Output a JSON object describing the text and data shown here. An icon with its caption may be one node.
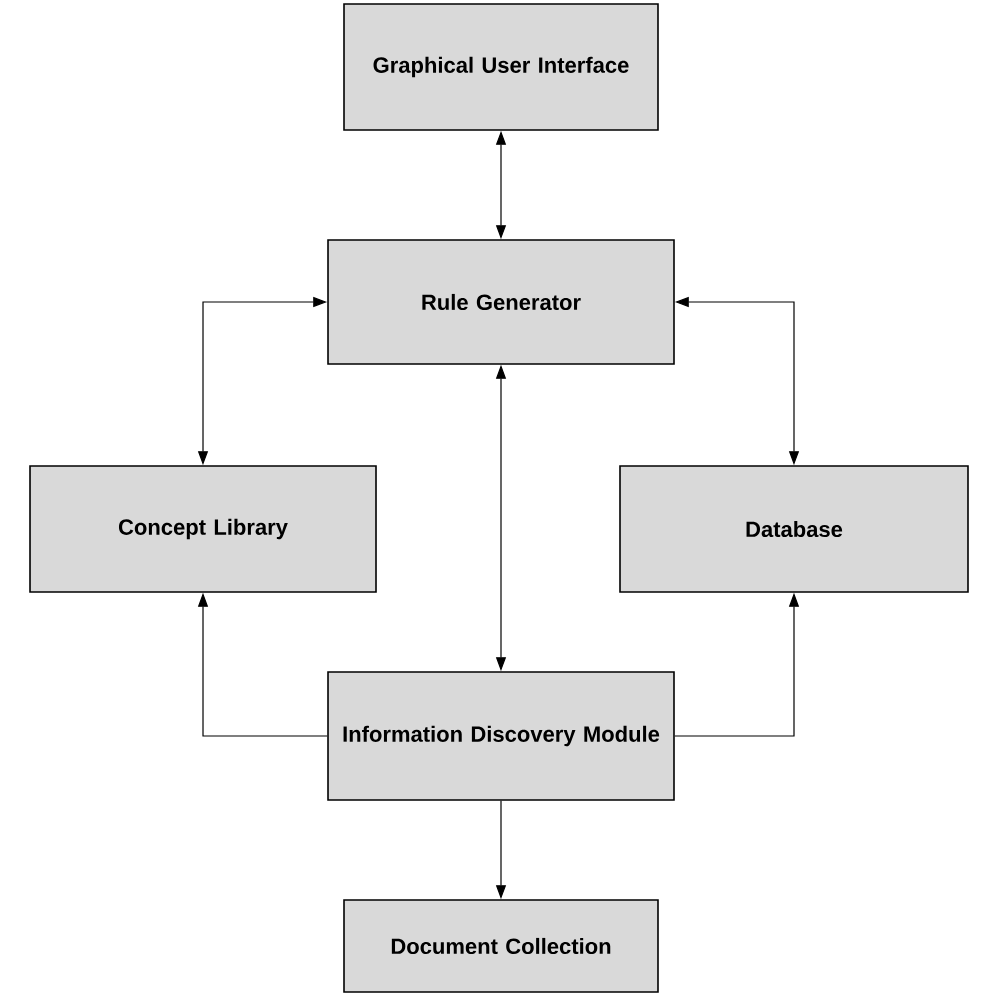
{
  "diagram": {
    "nodes": [
      {
        "text": [
          "Graphical User Interface"
        ]
      },
      {
        "text": [
          "Rule Generator"
        ]
      },
      {
        "text": [
          "Concept Library"
        ]
      },
      {
        "text": [
          "Database"
        ]
      },
      {
        "text": [
          "Information Discovery Module"
        ]
      },
      {
        "text": [
          "Document Collection"
        ]
      }
    ],
    "edges": [
      {
        "from": 0,
        "to": 1,
        "arrow": "both"
      },
      {
        "from": 1,
        "to": 2,
        "arrow": "both"
      },
      {
        "from": 1,
        "to": 3,
        "arrow": "both"
      },
      {
        "from": 1,
        "to": 4,
        "arrow": "both"
      },
      {
        "from": 4,
        "to": 2,
        "arrow": "to"
      },
      {
        "from": 4,
        "to": 3,
        "arrow": "to"
      },
      {
        "from": 4,
        "to": 5,
        "arrow": "to"
      }
    ]
  }
}
